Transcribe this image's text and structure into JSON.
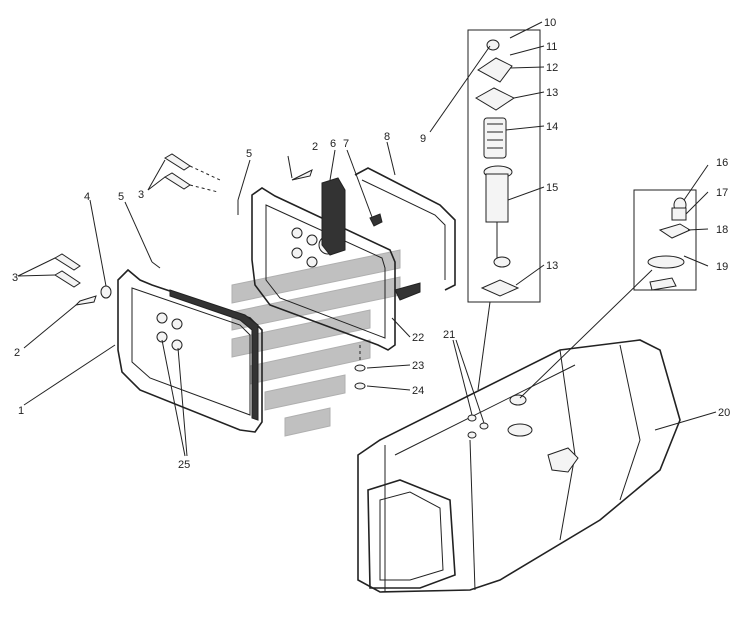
{
  "callouts": [
    "1",
    "2",
    "2",
    "3",
    "3",
    "4",
    "5",
    "5",
    "6",
    "7",
    "8",
    "9",
    "10",
    "11",
    "12",
    "13",
    "13",
    "14",
    "15",
    "16",
    "17",
    "18",
    "19",
    "20",
    "21",
    "22",
    "23",
    "24",
    "25"
  ]
}
